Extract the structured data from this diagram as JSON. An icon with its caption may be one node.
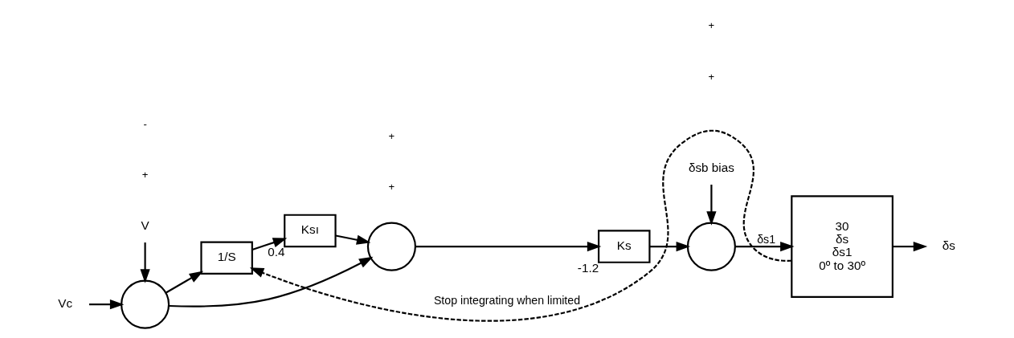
{
  "diagram": {
    "nodes": [
      {
        "text": [
          "Vc"
        ]
      },
      {
        "text": [],
        "shape": "circle"
      },
      {
        "text": [
          "V"
        ]
      },
      {
        "text": [
          "1/S"
        ]
      },
      {
        "text": [
          "Ksı"
        ],
        "beside": [
          "0.4"
        ]
      },
      {
        "text": [],
        "shape": "circle"
      },
      {
        "text": [
          "Ks"
        ],
        "beside": [
          "-1.2"
        ]
      },
      {
        "text": [],
        "shape": "circle"
      },
      {
        "text": [
          "δsb bias"
        ]
      },
      {
        "text": [
          "30",
          "δs",
          "δs1",
          "0º to 30º"
        ]
      },
      {
        "text": [
          "δs"
        ]
      }
    ],
    "edges": [
      {
        "from": 0,
        "to": 1,
        "arrow": "to"
      },
      {
        "from": 2,
        "to": 1,
        "arrow": "to"
      },
      {
        "from": 1,
        "to": 3,
        "arrow": "to"
      },
      {
        "from": 1,
        "to": 5,
        "arrow": "to"
      },
      {
        "from": 3,
        "to": 4,
        "arrow": "to"
      },
      {
        "from": 4,
        "to": 5,
        "arrow": "to"
      },
      {
        "from": 5,
        "to": 6,
        "arrow": "to"
      },
      {
        "from": 6,
        "to": 7,
        "arrow": "to"
      },
      {
        "from": 8,
        "to": 7,
        "arrow": "to"
      },
      {
        "from": 7,
        "to": 9,
        "arrow": "to",
        "label": "δs1"
      },
      {
        "from": 9,
        "to": 10,
        "arrow": "to"
      },
      {
        "from": 9,
        "to": 3,
        "arrow": "to",
        "style": "dashed",
        "label": "Stop integrating when limited"
      }
    ],
    "labels": [
      "+",
      "-",
      "+",
      "+",
      "+",
      "+"
    ]
  }
}
